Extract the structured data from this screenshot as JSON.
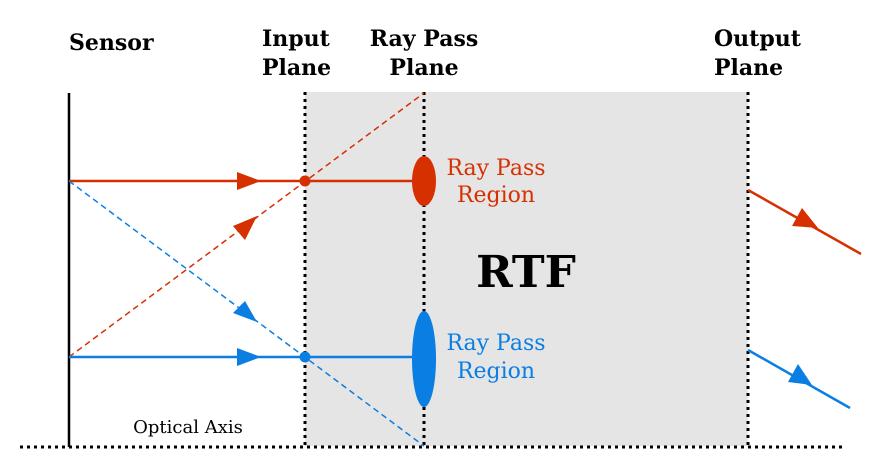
{
  "labels": {
    "sensor": "Sensor",
    "input_plane_1": "Input",
    "input_plane_2": "Plane",
    "ray_pass_plane_1": "Ray Pass",
    "ray_pass_plane_2": "Plane",
    "output_plane_1": "Output",
    "output_plane_2": "Plane",
    "rtf": "RTF",
    "optical_axis": "Optical Axis",
    "red_region_1": "Ray Pass",
    "red_region_2": "Region",
    "blue_region_1": "Ray Pass",
    "blue_region_2": "Region"
  },
  "colors": {
    "red": "#d62f00",
    "blue": "#0a7ee3",
    "box": "#e5e5e5",
    "black": "#000000"
  }
}
